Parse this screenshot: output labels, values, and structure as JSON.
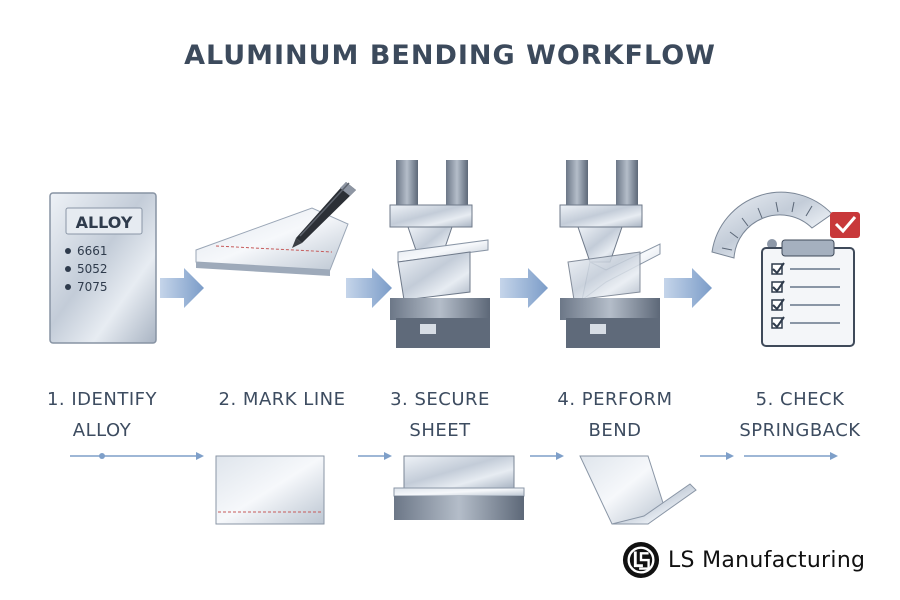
{
  "title": "ALUMINUM BENDING WORKFLOW",
  "card": {
    "heading": "ALLOY",
    "items": [
      "6661",
      "5052",
      "7075"
    ]
  },
  "steps": [
    {
      "line1": "1. IDENTIFY",
      "line2": "ALLOY"
    },
    {
      "line1": "2. MARK LINE",
      "line2": ""
    },
    {
      "line1": "3. SECURE",
      "line2": "SHEET"
    },
    {
      "line1": "4. PERFORM",
      "line2": "BEND"
    },
    {
      "line1": "5. CHECK",
      "line2": "SPRINGBACK"
    }
  ],
  "brand": {
    "name": "LS Manufacturing",
    "icon": "ls-logo-icon"
  },
  "colors": {
    "arrow": "#7e9fc9",
    "check": "#c8383a",
    "title": "#3c4a5c"
  }
}
